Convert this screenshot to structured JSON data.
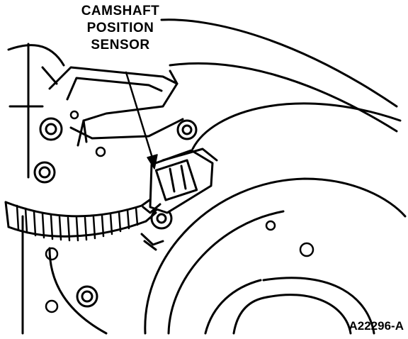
{
  "callout": {
    "lines": [
      "CAMSHAFT",
      "POSITION",
      "SENSOR"
    ]
  },
  "figure_id": "A22296-A",
  "colors": {
    "ink": "#000000",
    "paper": "#ffffff"
  }
}
